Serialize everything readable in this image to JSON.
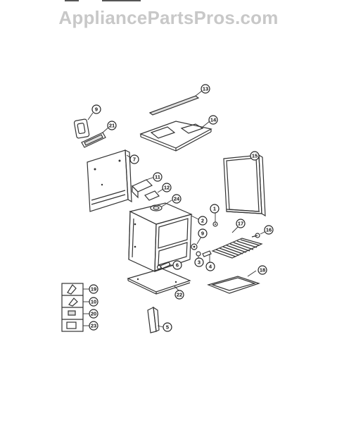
{
  "watermark": "AppliancePartsPros.com",
  "callouts": {
    "c13": "13",
    "c14": "14",
    "c9": "9",
    "c21": "21",
    "c7": "7",
    "c11": "11",
    "c12": "12",
    "c24": "24",
    "c15": "15",
    "c1": "1",
    "c17": "17",
    "c16": "16",
    "c2": "2",
    "c9b": "9",
    "c3": "3",
    "c4": "4",
    "c6": "6",
    "c18": "18",
    "c22": "22",
    "c19": "19",
    "c10": "10",
    "c20": "20",
    "c23": "23",
    "c5": "5"
  }
}
